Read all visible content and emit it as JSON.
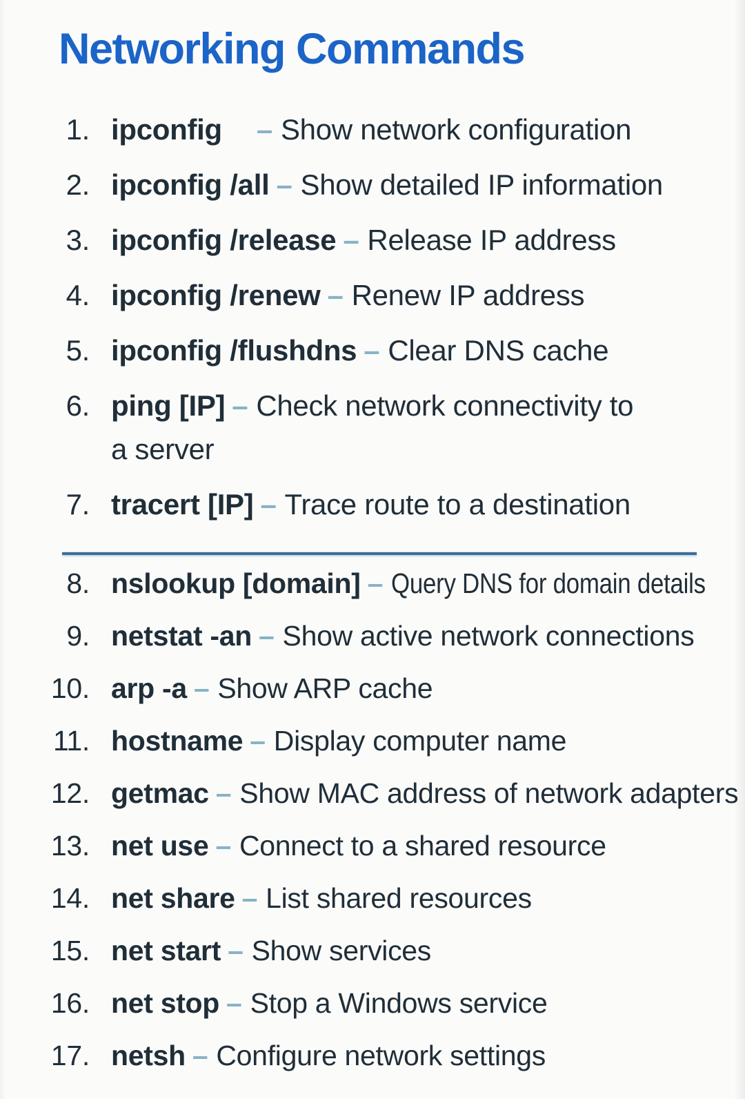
{
  "title": "Networking Commands",
  "colors": {
    "title_blue": "#1b64c8",
    "text_dark": "#202e38",
    "dash_blue": "#89b3c6",
    "divider_blue": "#3f6d96"
  },
  "items": [
    {
      "number": "1.",
      "command": "ipconfig",
      "dash": "–",
      "description": "Show network configuration",
      "section": 1
    },
    {
      "number": "2.",
      "command": "ipconfig /all",
      "dash": "–",
      "description": "Show detailed IP information",
      "section": 1
    },
    {
      "number": "3.",
      "command": "ipconfig /release",
      "dash": "–",
      "description": "Release IP address",
      "section": 1
    },
    {
      "number": "4.",
      "command": "ipconfig /renew",
      "dash": "–",
      "description": "Renew IP address",
      "section": 1
    },
    {
      "number": "5.",
      "command": "ipconfig /flushdns",
      "dash": "–",
      "description": "Clear DNS cache",
      "section": 1
    },
    {
      "number": "6.",
      "command": "ping [IP]",
      "dash": "–",
      "description": "Check network connectivity to",
      "description_line2": "a server",
      "section": 1
    },
    {
      "number": "7.",
      "command": "tracert [IP]",
      "dash": "–",
      "description": "Trace route to a destination",
      "section": 1
    },
    {
      "number": "8.",
      "command": "nslookup [domain]",
      "dash": "–",
      "description": "Query DNS for domain details",
      "section": 2
    },
    {
      "number": "9.",
      "command": "netstat -an",
      "dash": "–",
      "description": "Show active network connections",
      "section": 2
    },
    {
      "number": "10.",
      "command": "arp -a",
      "dash": "–",
      "description": "Show ARP cache",
      "section": 2
    },
    {
      "number": "11.",
      "command": "hostname",
      "dash": "–",
      "description": "Display computer name",
      "section": 2
    },
    {
      "number": "12.",
      "command": "getmac",
      "dash": "–",
      "description": "Show MAC address of network adapters",
      "section": 2
    },
    {
      "number": "13.",
      "command": "net use",
      "dash": "–",
      "description": "Connect to a shared resource",
      "section": 2
    },
    {
      "number": "14.",
      "command": "net share",
      "dash": "–",
      "description": "List shared resources",
      "section": 2
    },
    {
      "number": "15.",
      "command": "net start",
      "dash": "–",
      "description": "Show services",
      "section": 2
    },
    {
      "number": "16.",
      "command": "net stop",
      "dash": "–",
      "description": "Stop a Windows service",
      "section": 2
    },
    {
      "number": "17.",
      "command": "netsh",
      "dash": "–",
      "description": "Configure network settings",
      "section": 2
    }
  ]
}
